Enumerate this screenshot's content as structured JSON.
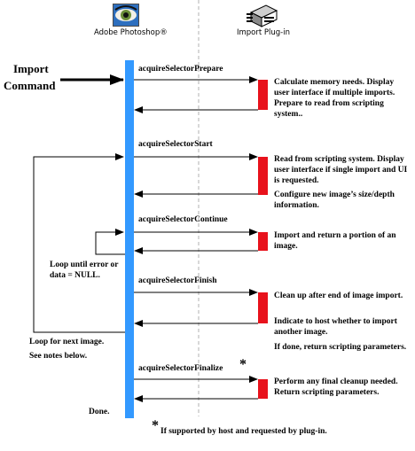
{
  "lanes": {
    "host": "Adobe Photoshop®",
    "plugin": "Import Plug-in"
  },
  "trigger": {
    "line1": "Import",
    "line2": "Command"
  },
  "steps": [
    {
      "call": "acquireSelectorPrepare",
      "notes": [
        "Calculate memory needs. Display user interface if multiple imports. Prepare to read from scripting system.."
      ]
    },
    {
      "call": "acquireSelectorStart",
      "notes": [
        "Read from scripting system. Display user interface if single import and UI is requested.",
        "Configure new image’s size/depth information."
      ]
    },
    {
      "call": "acquireSelectorContinue",
      "notes": [
        "Import and return a portion of an image."
      ]
    },
    {
      "call": "acquireSelectorFinish",
      "notes": [
        "Clean up after end of image import.",
        "Indicate to host whether to import another image.",
        "If done, return scripting parameters."
      ]
    },
    {
      "call": "acquireSelectorFinalize",
      "notes": [
        "Perform any final cleanup needed. Return scripting parameters."
      ]
    }
  ],
  "loops": {
    "inner": "Loop until error or data = NULL.",
    "outer_line1": "Loop for next image.",
    "outer_line2": "See notes below."
  },
  "end_label": "Done.",
  "footnote": {
    "marker": "*",
    "text": "If supported by host and requested by plug-in."
  },
  "colors": {
    "host_bar": "#3399ff",
    "plugin_box": "#e8121c",
    "lifeline": "#b0b0b0"
  }
}
